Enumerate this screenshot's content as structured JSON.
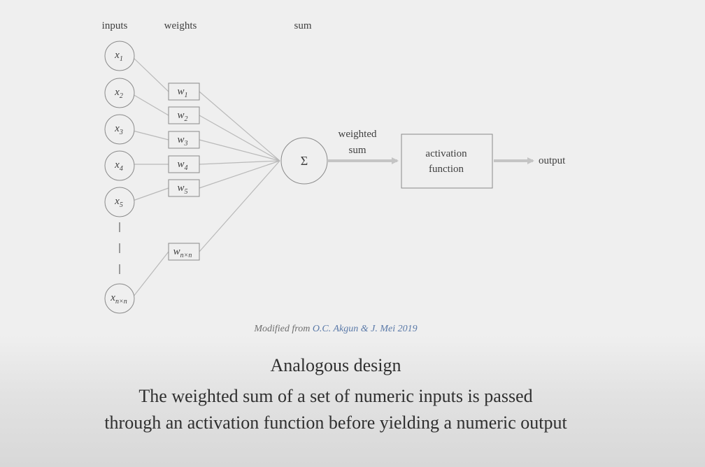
{
  "headers": {
    "inputs": "inputs",
    "weights": "weights",
    "sum": "sum"
  },
  "inputs": [
    {
      "symbol": "x",
      "sub": "1"
    },
    {
      "symbol": "x",
      "sub": "2"
    },
    {
      "symbol": "x",
      "sub": "3"
    },
    {
      "symbol": "x",
      "sub": "4"
    },
    {
      "symbol": "x",
      "sub": "5"
    },
    {
      "symbol": "x",
      "sub": "n×n"
    }
  ],
  "weights": [
    {
      "symbol": "w",
      "sub": "1"
    },
    {
      "symbol": "w",
      "sub": "2"
    },
    {
      "symbol": "w",
      "sub": "3"
    },
    {
      "symbol": "w",
      "sub": "4"
    },
    {
      "symbol": "w",
      "sub": "5"
    },
    {
      "symbol": "w",
      "sub": "n×n"
    }
  ],
  "sum_symbol": "Σ",
  "weighted_sum_label": [
    "weighted",
    "sum"
  ],
  "activation_label": [
    "activation",
    "function"
  ],
  "output_label": "output",
  "citation": {
    "prefix": "Modified from",
    "source": "O.C. Akgun & J. Mei 2019"
  },
  "caption": {
    "title": "Analogous design",
    "lines": [
      "The weighted sum of a set of numeric inputs is passed",
      "through an activation function before yielding a numeric output"
    ]
  },
  "colors": {
    "stroke": "#8a8a8a",
    "arrow": "#c4c4c4",
    "text": "#3f3f3f",
    "citation_link": "#5a79a8",
    "background": "#efefef"
  }
}
